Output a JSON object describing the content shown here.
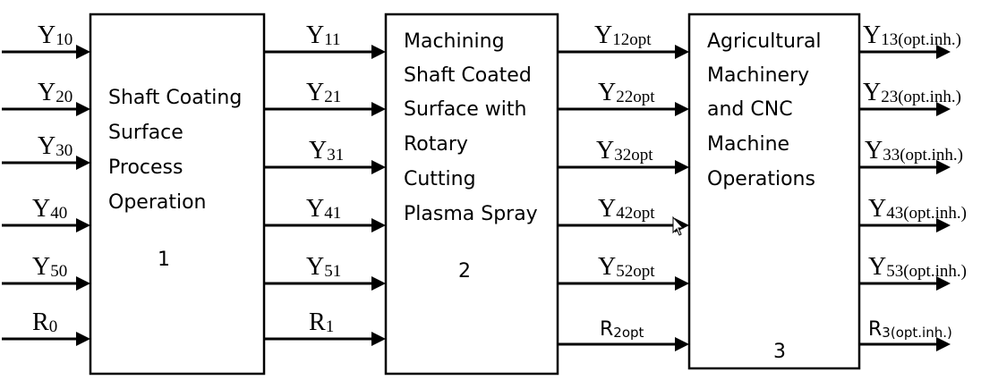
{
  "blocks": [
    {
      "id": "1",
      "lines": [
        "Shaft Coating",
        "Surface",
        "Process",
        "Operation"
      ],
      "number": "1"
    },
    {
      "id": "2",
      "lines": [
        "Machining",
        "Shaft Coated",
        "Surface with",
        "Rotary",
        "Cutting",
        "Plasma Spray"
      ],
      "number": "2"
    },
    {
      "id": "3",
      "lines": [
        "Agricultural",
        "Machinery",
        "and CNC",
        "Machine",
        "Operations"
      ],
      "number": "3"
    }
  ],
  "inputs_block1": [
    {
      "sym": "Y",
      "sub": "10"
    },
    {
      "sym": "Y",
      "sub": "20"
    },
    {
      "sym": "Y",
      "sub": "30"
    },
    {
      "sym": "Y",
      "sub": "40"
    },
    {
      "sym": "Y",
      "sub": "50"
    },
    {
      "sym": "R",
      "sub": "0"
    }
  ],
  "links_1_to_2": [
    {
      "sym": "Y",
      "sub": "11"
    },
    {
      "sym": "Y",
      "sub": "21"
    },
    {
      "sym": "Y",
      "sub": "31"
    },
    {
      "sym": "Y",
      "sub": "41"
    },
    {
      "sym": "Y",
      "sub": "51"
    },
    {
      "sym": "R",
      "sub": "1"
    }
  ],
  "links_2_to_3": [
    {
      "sym": "Y",
      "sub": "12opt"
    },
    {
      "sym": "Y",
      "sub": "22opt"
    },
    {
      "sym": "Y",
      "sub": "32opt"
    },
    {
      "sym": "Y",
      "sub": "42opt"
    },
    {
      "sym": "Y",
      "sub": "52opt"
    },
    {
      "sym": "R",
      "sub": "2opt"
    }
  ],
  "outputs_block3": [
    {
      "sym": "Y",
      "sub": "13(opt.inh.)"
    },
    {
      "sym": "Y",
      "sub": "23(opt.inh.)"
    },
    {
      "sym": "Y",
      "sub": "33(opt.inh.)"
    },
    {
      "sym": "Y",
      "sub": "43(opt.inh.)"
    },
    {
      "sym": "Y",
      "sub": "53(opt.inh.)"
    },
    {
      "sym": "R",
      "sub": "3(opt.inh.)"
    }
  ]
}
